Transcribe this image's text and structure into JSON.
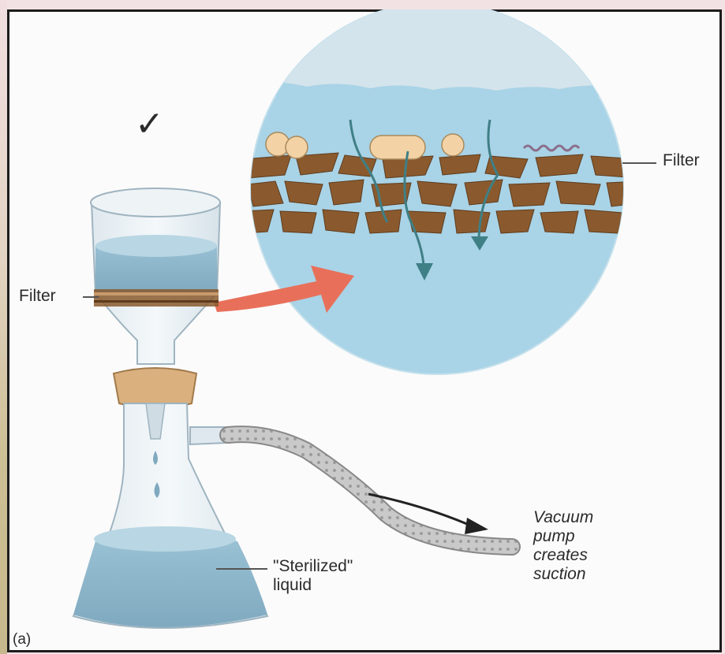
{
  "labels": {
    "filter_top": "Filter",
    "filter_left": "Filter",
    "liquid_line1": "\"Sterilized\"",
    "liquid_line2": "liquid",
    "vacuum_line1": "Vacuum",
    "vacuum_line2": "pump",
    "vacuum_line3": "creates",
    "vacuum_line4": "suction",
    "panel": "(a)",
    "checkmark": "✓"
  },
  "colors": {
    "liquid": "#a9cfe0",
    "filter_brown": "#8a5a2e",
    "arrow_red": "#e8705a",
    "flow_arrow": "#3f7f86",
    "cork": "#d9b07e"
  }
}
